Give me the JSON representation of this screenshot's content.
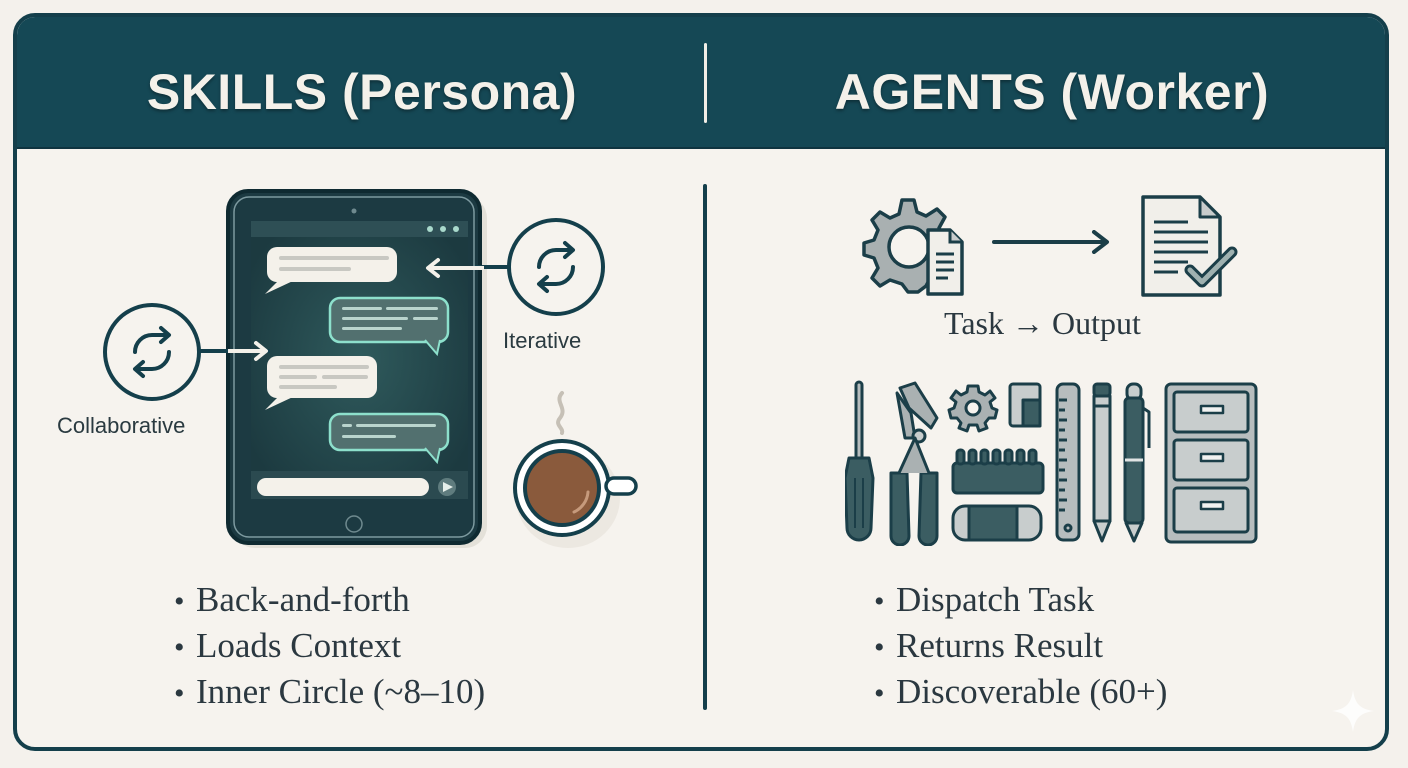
{
  "skills": {
    "title": "SKILLS (Persona)",
    "labels": {
      "collaborative": "Collaborative",
      "iterative": "Iterative"
    },
    "bullets": [
      "Back-and-forth",
      "Loads Context",
      "Inner Circle (~8–10)"
    ],
    "icons": [
      "tablet-chat-icon",
      "refresh-cycle-icon",
      "coffee-cup-icon"
    ]
  },
  "agents": {
    "title": "AGENTS (Worker)",
    "flow_caption": "Task → Output",
    "bullets": [
      "Dispatch Task",
      "Returns Result",
      "Discoverable (60+)"
    ],
    "icons": [
      "gear-document-icon",
      "checked-document-icon",
      "screwdriver-icon",
      "pliers-icon",
      "gear-icon",
      "eraser-icon",
      "bit-set-icon",
      "ruler-icon",
      "pencil-icon",
      "pen-icon",
      "filing-cabinet-icon"
    ]
  },
  "colors": {
    "primary": "#154855",
    "background": "#f6f3ee",
    "text": "#2b3840",
    "accent_glow": "#7fd6c4",
    "tool_gray": "#9aa3a5",
    "coffee": "#8a5a3c"
  }
}
